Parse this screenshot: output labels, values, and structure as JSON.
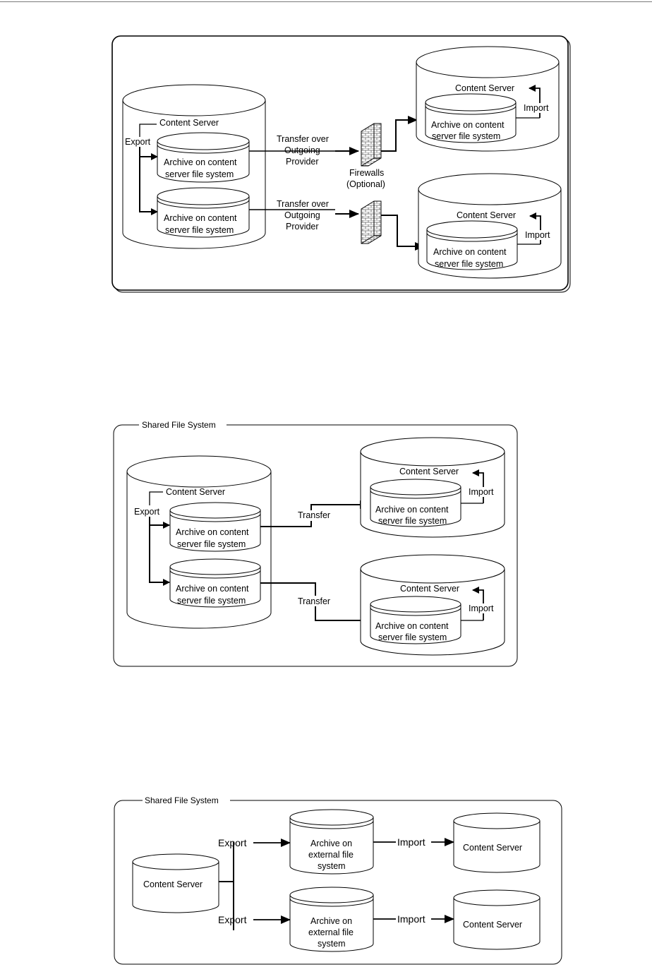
{
  "diagram1": {
    "source": {
      "server_label": "Content Server",
      "export_label": "Export",
      "archives": [
        "Archive on content",
        "server file system"
      ]
    },
    "transfer_label": [
      "Transfer over",
      "Outgoing",
      "Provider"
    ],
    "firewall_label": [
      "Firewalls",
      "(Optional)"
    ],
    "target": {
      "server_label": "Content Server",
      "import_label": "Import",
      "archive": [
        "Archive on content",
        "server file system"
      ]
    }
  },
  "diagram2": {
    "frame_title": "Shared File System",
    "source": {
      "server_label": "Content Server",
      "export_label": "Export",
      "archive": [
        "Archive on content",
        "server file system"
      ]
    },
    "transfer_label": "Transfer",
    "target": {
      "server_label": "Content Server",
      "import_label": "Import",
      "archive": [
        "Archive on content",
        "server file system"
      ]
    }
  },
  "diagram3": {
    "frame_title": "Shared File System",
    "source_label": "Content Server",
    "export_label": "Export",
    "archive_label": [
      "Archive on",
      "external file",
      "system"
    ],
    "import_label": "Import",
    "target_label": "Content Server"
  },
  "colors": {
    "stroke": "#000000",
    "fill": "#ffffff",
    "rule": "#7a7a7a"
  }
}
